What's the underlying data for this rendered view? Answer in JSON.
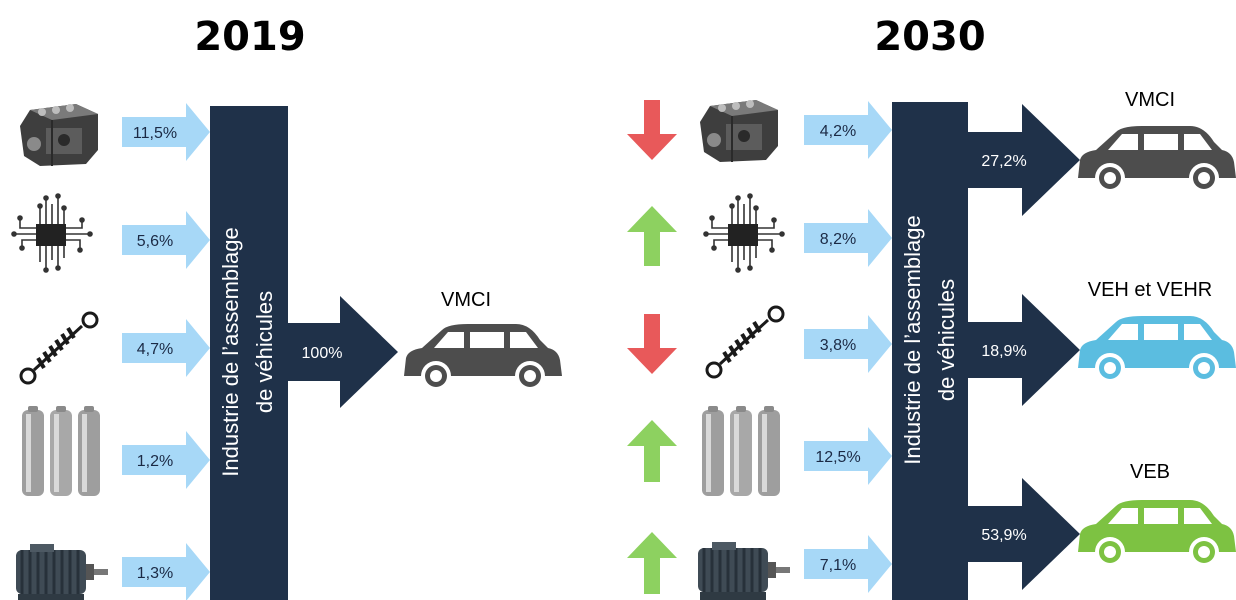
{
  "left": {
    "year": "2019",
    "column_label_line1": "Industrie de l’assemblage",
    "column_label_line2": "de véhicules",
    "inputs": [
      {
        "component": "engine-block",
        "value": "11,5%"
      },
      {
        "component": "microchip",
        "value": "5,6%"
      },
      {
        "component": "shock-absorber",
        "value": "4,7%"
      },
      {
        "component": "batteries",
        "value": "1,2%"
      },
      {
        "component": "electric-motor",
        "value": "1,3%"
      }
    ],
    "outputs": [
      {
        "label": "VMCI",
        "value": "100%",
        "color": "#4d4d4d"
      }
    ]
  },
  "right": {
    "year": "2030",
    "column_label_line1": "Industrie de l’assemblage",
    "column_label_line2": "de véhicules",
    "inputs": [
      {
        "component": "engine-block",
        "value": "4,2%",
        "trend": "down"
      },
      {
        "component": "microchip",
        "value": "8,2%",
        "trend": "up"
      },
      {
        "component": "shock-absorber",
        "value": "3,8%",
        "trend": "down"
      },
      {
        "component": "batteries",
        "value": "12,5%",
        "trend": "up"
      },
      {
        "component": "electric-motor",
        "value": "7,1%",
        "trend": "up"
      }
    ],
    "outputs": [
      {
        "label": "VMCI",
        "value": "27,2%",
        "color": "#4d4d4d"
      },
      {
        "label": "VEH et VEHR",
        "value": "18,9%",
        "color": "#5bbde0"
      },
      {
        "label": "VEB",
        "value": "53,9%",
        "color": "#7dc242"
      }
    ]
  },
  "colors": {
    "column": "#1f3149",
    "input_arrow": "#a7d8f7",
    "trend_up": "#8dd160",
    "trend_down": "#e8595a"
  }
}
